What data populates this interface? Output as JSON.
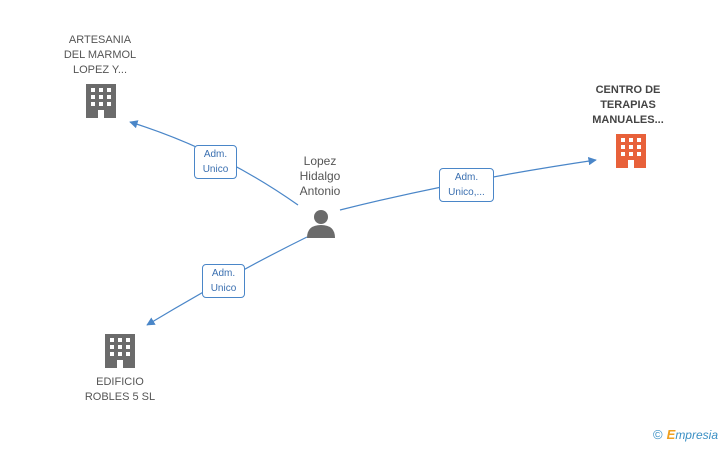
{
  "nodes": {
    "artesania": {
      "lines": [
        "ARTESANIA",
        "DEL MARMOL",
        "LOPEZ Y..."
      ],
      "color": "#6b6b6b",
      "icon": "building-icon"
    },
    "centro": {
      "lines": [
        "CENTRO DE",
        "TERAPIAS",
        "MANUALES..."
      ],
      "color": "#e8613a",
      "icon": "building-icon"
    },
    "edificio": {
      "lines": [
        "EDIFICIO",
        "ROBLES 5 SL"
      ],
      "color": "#6b6b6b",
      "icon": "building-icon"
    },
    "person": {
      "lines": [
        "Lopez",
        "Hidalgo",
        "Antonio"
      ],
      "color": "#6b6b6b",
      "icon": "person-icon"
    }
  },
  "edges": {
    "to_artesania": {
      "lines": [
        "Adm.",
        "Unico"
      ]
    },
    "to_centro": {
      "lines": [
        "Adm.",
        "Unico,..."
      ]
    },
    "to_edificio": {
      "lines": [
        "Adm.",
        "Unico"
      ]
    }
  },
  "colors": {
    "edge": "#4a86c8",
    "accent": "#e8613a"
  },
  "footer": {
    "copyright": "©",
    "brand_first": "E",
    "brand_rest": "mpresia"
  }
}
